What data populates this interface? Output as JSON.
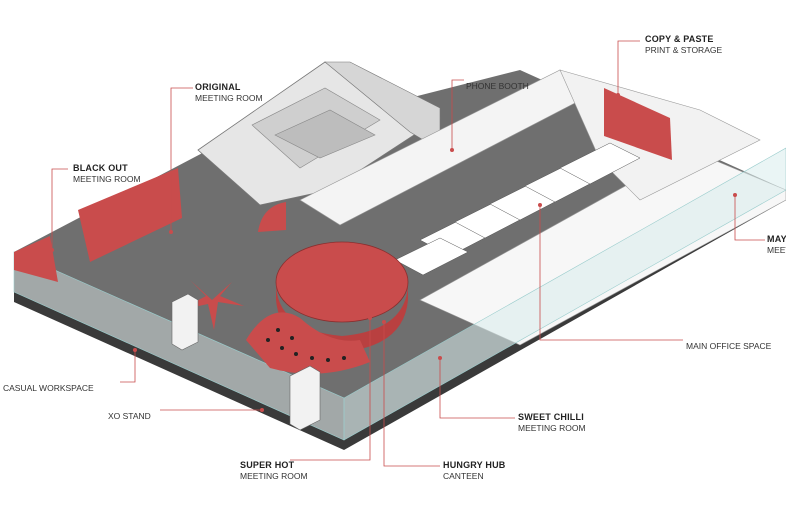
{
  "colors": {
    "accent": "#c94c4c",
    "floor": "#6f6f6f",
    "wall": "#ffffff",
    "line": "#555555"
  },
  "labels": {
    "original": {
      "title": "ORIGINAL",
      "sub": "MEETING ROOM"
    },
    "black_out": {
      "title": "BLACK OUT",
      "sub": "MEETING ROOM"
    },
    "phone_booth": {
      "text": "PHONE BOOTH"
    },
    "copy_paste": {
      "title": "COPY & PASTE",
      "sub": "PRINT & STORAGE"
    },
    "mayo": {
      "title": "MAYO",
      "sub": "MEETI"
    },
    "main_office": {
      "text": "MAIN OFFICE SPACE"
    },
    "casual_workspace": {
      "text": "CASUAL WORKSPACE"
    },
    "xo_stand": {
      "text": "XO STAND"
    },
    "sweet_chilli": {
      "title": "SWEET CHILLI",
      "sub": "MEETING ROOM"
    },
    "super_hot": {
      "title": "SUPER HOT",
      "sub": "MEETING ROOM"
    },
    "hungry_hub": {
      "title": "HUNGRY HUB",
      "sub": "CANTEEN"
    }
  }
}
